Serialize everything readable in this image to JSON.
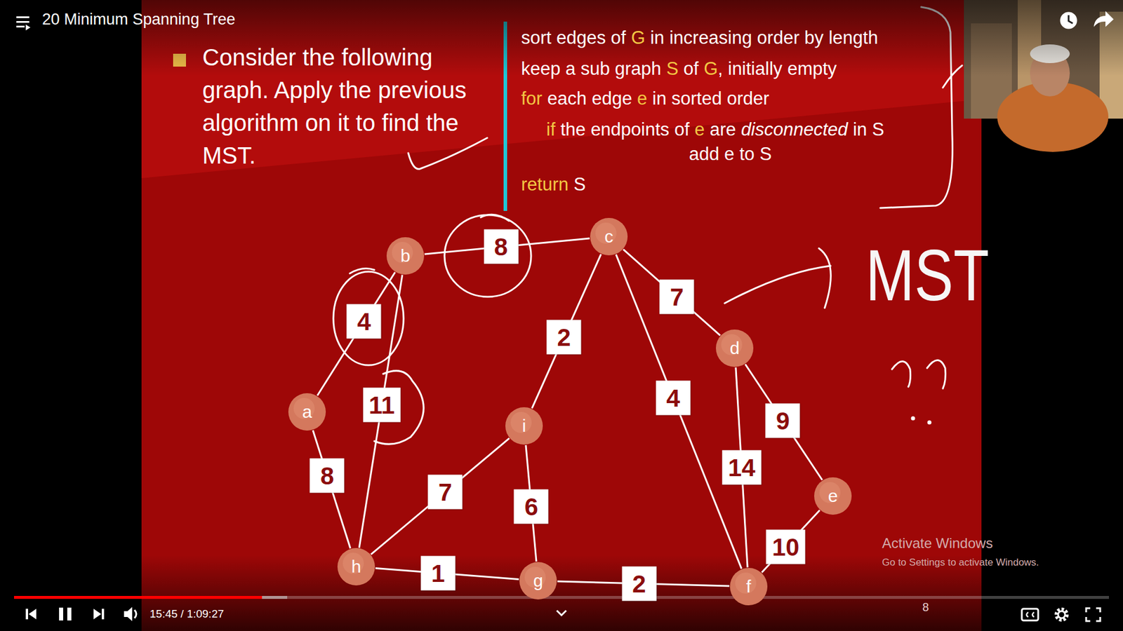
{
  "diagram": {
    "title": "20 Minimum Spanning Tree",
    "nodes": [
      {
        "text": [
          "c"
        ]
      },
      {
        "text": [
          "b"
        ]
      },
      {
        "text": [
          "d"
        ]
      },
      {
        "text": [
          "a"
        ]
      },
      {
        "text": [
          "i"
        ]
      },
      {
        "text": [
          "e"
        ]
      },
      {
        "text": [
          "h"
        ]
      },
      {
        "text": [
          "g"
        ]
      },
      {
        "text": [
          "f"
        ]
      }
    ],
    "edges": [
      {
        "from": 1,
        "to": 0,
        "label": "8",
        "arrow": "none"
      },
      {
        "from": 3,
        "to": 1,
        "label": "4",
        "arrow": "none"
      },
      {
        "from": 1,
        "to": 6,
        "label": "11",
        "arrow": "none"
      },
      {
        "from": 3,
        "to": 6,
        "label": "8",
        "arrow": "none"
      },
      {
        "from": 0,
        "to": 4,
        "label": "2",
        "arrow": "none"
      },
      {
        "from": 0,
        "to": 2,
        "label": "7",
        "arrow": "none"
      },
      {
        "from": 0,
        "to": 8,
        "label": "4",
        "arrow": "none"
      },
      {
        "from": 2,
        "to": 5,
        "label": "9",
        "arrow": "none"
      },
      {
        "from": 2,
        "to": 8,
        "label": "14",
        "arrow": "none"
      },
      {
        "from": 5,
        "to": 8,
        "label": "10",
        "arrow": "none"
      },
      {
        "from": 6,
        "to": 4,
        "label": "7",
        "arrow": "none"
      },
      {
        "from": 4,
        "to": 7,
        "label": "6",
        "arrow": "none"
      },
      {
        "from": 6,
        "to": 7,
        "label": "1",
        "arrow": "none"
      },
      {
        "from": 7,
        "to": 8,
        "label": "2",
        "arrow": "none"
      }
    ],
    "labels": [
      "Consider the following graph. Apply the previous algorithm on it to find the MST.",
      "sort edges of",
      "G",
      "in increasing order by length",
      "keep a sub graph",
      "S",
      "of",
      "G",
      ", initially empty",
      "for",
      "each edge",
      "e",
      "in sorted order",
      "if",
      "the endpoints of",
      "e",
      "are",
      "disconnected",
      "in S",
      "add e to S",
      "return",
      "S",
      "MST",
      "15:45 / 1:09:27",
      "Activate Windows",
      "Go to Settings to activate Windows.",
      "8"
    ]
  }
}
